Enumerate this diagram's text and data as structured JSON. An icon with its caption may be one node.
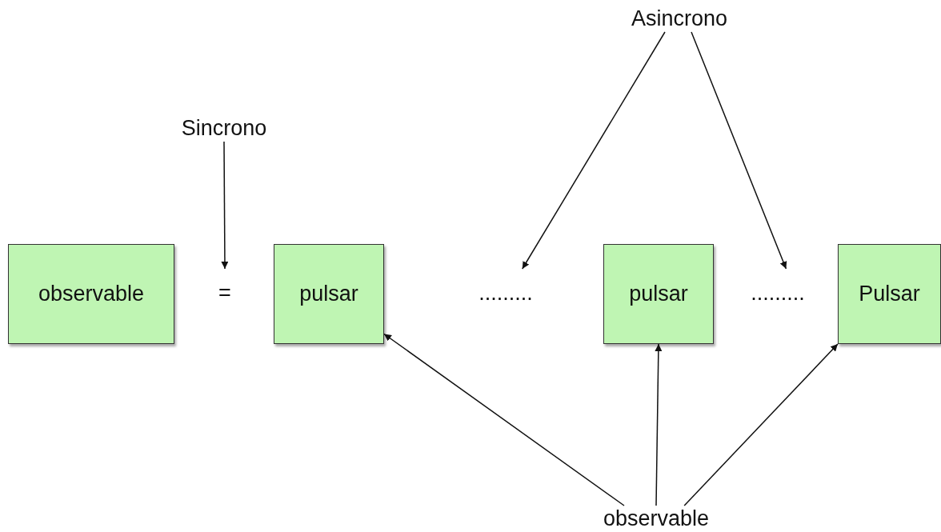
{
  "diagram": {
    "nodes": [
      {
        "text": [
          "observable"
        ]
      },
      {
        "text": [
          "pulsar"
        ]
      },
      {
        "text": [
          "pulsar"
        ]
      },
      {
        "text": [
          "Pulsar"
        ]
      },
      {
        "text": [
          "Sincrono"
        ]
      },
      {
        "text": [
          "="
        ]
      },
      {
        "text": [
          "........."
        ]
      },
      {
        "text": [
          "........."
        ]
      },
      {
        "text": [
          "Asincrono"
        ]
      },
      {
        "text": [
          "observable"
        ]
      }
    ],
    "edges": [
      {
        "from": 4,
        "to": 5,
        "arrow": "to"
      },
      {
        "from": 8,
        "to": 6,
        "arrow": "to"
      },
      {
        "from": 8,
        "to": 7,
        "arrow": "to"
      },
      {
        "from": 9,
        "to": 1,
        "arrow": "to"
      },
      {
        "from": 9,
        "to": 2,
        "arrow": "to"
      },
      {
        "from": 9,
        "to": 3,
        "arrow": "to"
      }
    ]
  }
}
